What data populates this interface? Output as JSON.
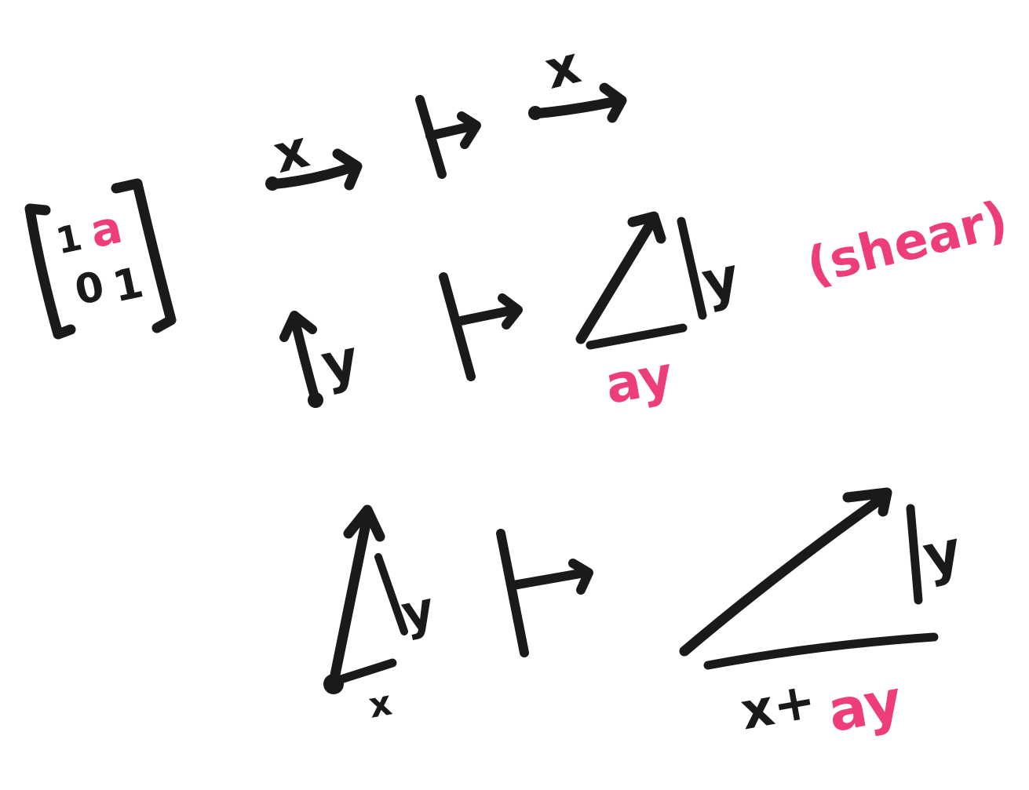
{
  "colors": {
    "ink": "#1a1a1a",
    "accent": "#ee3d7b",
    "background": "#ffffff"
  },
  "matrix": {
    "entries": [
      "1",
      "a",
      "0",
      "1"
    ]
  },
  "mappings": [
    {
      "input_label": "x",
      "output_label": "x"
    },
    {
      "input_label": "y",
      "output_labels": [
        "y",
        "ay"
      ]
    },
    {
      "input_labels": [
        "y",
        "x"
      ],
      "output_labels": [
        "y",
        "x+",
        "ay"
      ]
    }
  ],
  "note": "(shear)"
}
